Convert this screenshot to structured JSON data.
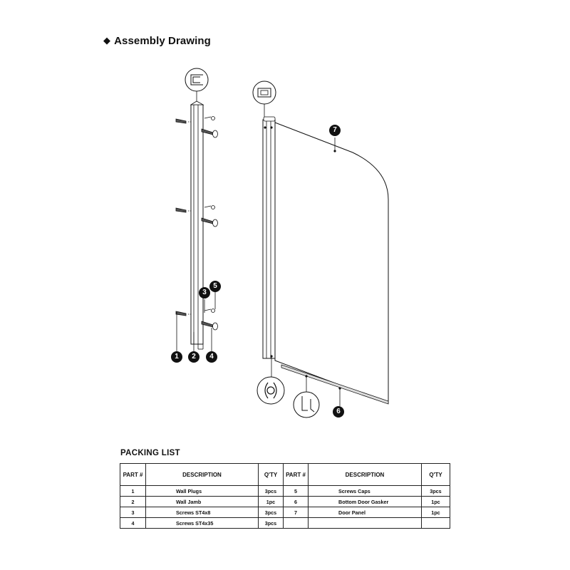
{
  "title": "Assembly Drawing",
  "title_bullet": "◆",
  "callouts": [
    {
      "number": "1"
    },
    {
      "number": "2"
    },
    {
      "number": "3"
    },
    {
      "number": "4"
    },
    {
      "number": "5"
    },
    {
      "number": "6"
    },
    {
      "number": "7"
    }
  ],
  "packing_list": {
    "title": "PACKING LIST",
    "headers": {
      "part": "PART #",
      "description": "DESCRIPTION",
      "qty": "Q'TY"
    },
    "rows": [
      {
        "left": {
          "part": "1",
          "description": "Wall Plugs",
          "qty": "3pcs"
        },
        "right": {
          "part": "5",
          "description": "Screws Caps",
          "qty": "3pcs"
        }
      },
      {
        "left": {
          "part": "2",
          "description": "Wall Jamb",
          "qty": "1pc"
        },
        "right": {
          "part": "6",
          "description": "Bottom Door Gasker",
          "qty": "1pc"
        }
      },
      {
        "left": {
          "part": "3",
          "description": "Screws ST4x8",
          "qty": "3pcs"
        },
        "right": {
          "part": "7",
          "description": "Door Panel",
          "qty": "1pc"
        }
      },
      {
        "left": {
          "part": "4",
          "description": "Screws ST4x35",
          "qty": "3pcs"
        },
        "right": {
          "part": "",
          "description": "",
          "qty": ""
        }
      }
    ]
  }
}
